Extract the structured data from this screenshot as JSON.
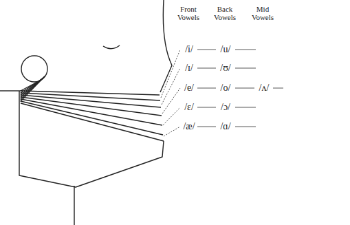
{
  "diagram": {
    "labels": [
      "Front Vowels",
      "Back Vowels",
      "Mid Vowels",
      "/i/",
      "/u/",
      "/ɪ/",
      "/ʊ/",
      "/e/",
      "/o/",
      "/ʌ/",
      "/ɛ/",
      "/ɔ/",
      "/æ/",
      "/ɑ/"
    ]
  }
}
